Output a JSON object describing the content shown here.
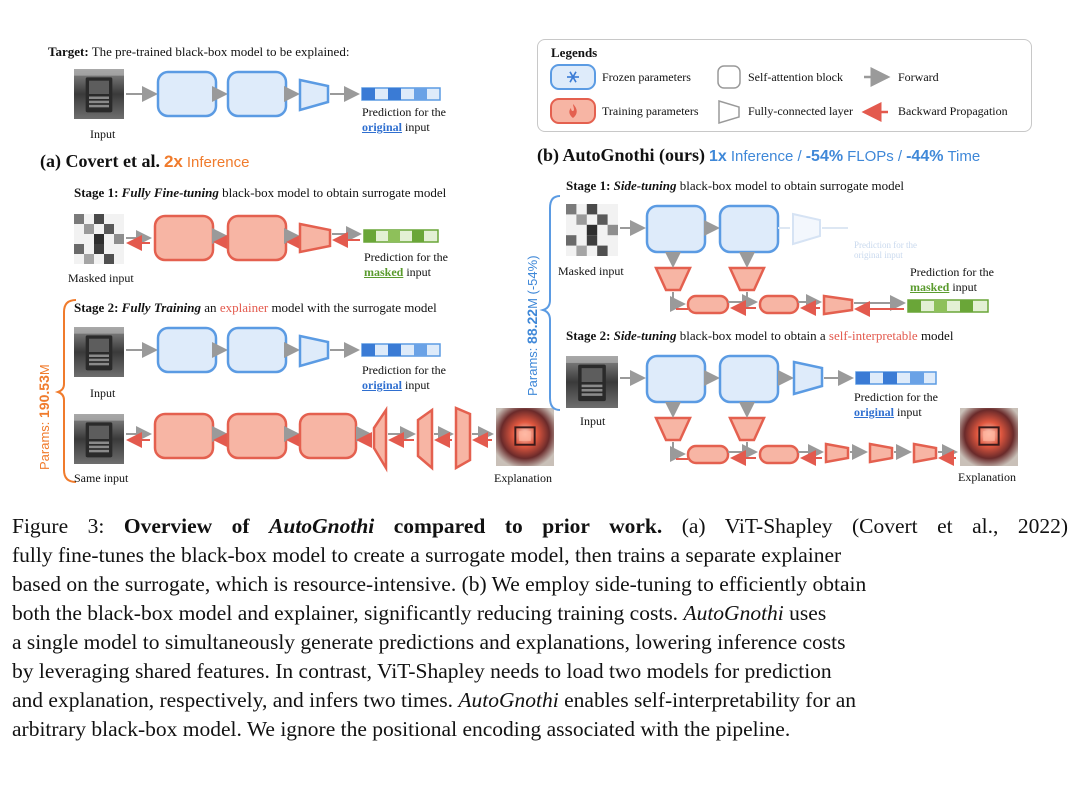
{
  "target_label": "Target:",
  "target_text": "The pre-trained black-box model to be explained:",
  "input": "Input",
  "prediction_for_the": "Prediction for the",
  "original": "original",
  "masked": "masked",
  "input_word": "input",
  "legends": {
    "title": "Legends",
    "frozen": "Frozen parameters",
    "training": "Training parameters",
    "self_attention": "Self-attention block",
    "fully_connected": "Fully-connected layer",
    "forward": "Forward",
    "backward": "Backward Propagation"
  },
  "panel_a": {
    "title": "(a) Covert et al.",
    "badge_num": "2x",
    "badge_text": "Inference",
    "stage1_label": "Stage 1:",
    "stage1_em": "Fully Fine-tuning",
    "stage1_rest": "black-box model to obtain surrogate model",
    "masked_input": "Masked input",
    "stage2_label": "Stage 2:",
    "stage2_em": "Fully Training",
    "stage2_an": "an",
    "stage2_red": "explainer",
    "stage2_rest": "model with the surrogate model",
    "params_prefix": "Params:",
    "params_value": "190.53",
    "params_unit": "M",
    "same_input": "Same input",
    "explanation": "Explanation"
  },
  "panel_b": {
    "title": "(b) AutoGnothi (ours)",
    "stats": {
      "a1": "1x",
      "a2": "Inference /",
      "b1": "-54%",
      "b2": "FLOPs /",
      "c1": "-44%",
      "c2": "Time"
    },
    "stage1_label": "Stage 1:",
    "stage1_em": "Side-tuning",
    "stage1_rest": "black-box model to obtain surrogate model",
    "ghost_pred_1": "Prediction for the",
    "ghost_pred_2": "original input",
    "masked_input": "Masked input",
    "stage2_label": "Stage 2:",
    "stage2_em": "Side-tuning",
    "stage2_mid": "black-box model to obtain a",
    "stage2_red": "self-interpretable",
    "stage2_rest": "model",
    "params_prefix": "Params:",
    "params_value": "88.22",
    "params_unit": "M (-54%)",
    "input": "Input",
    "explanation": "Explanation"
  },
  "caption": {
    "fig": "Figure 3:",
    "bold1": "Overview of",
    "bold_it": "AutoGnothi",
    "bold2": "compared to prior work.",
    "l1_rest": "(a) ViT-Shapley (Covert et al., 2022)",
    "l2": "fully fine-tunes the black-box model to create a surrogate model, then trains a separate explainer",
    "l3": "based on the surrogate, which is resource-intensive. (b) We employ side-tuning to efficiently obtain",
    "l4a": "both the black-box model and explainer, significantly reducing training costs.",
    "l4b": "AutoGnothi",
    "l4c": "uses",
    "l5": "a single model to simultaneously generate predictions and explanations, lowering inference costs",
    "l6": "by leveraging shared features.  In contrast, ViT-Shapley needs to load two models for prediction",
    "l7a": "and explanation, respectively, and infers two times.",
    "l7b": "AutoGnothi",
    "l7c": "enables self-interpretability for an",
    "l8": "arbitrary black-box model. We ignore the positional encoding associated with the pipeline."
  },
  "colors": {
    "frozen_fill": "#deebfa",
    "frozen_stroke": "#5b9be3",
    "train_fill": "#f7b5a4",
    "train_stroke": "#e4604f",
    "forward_arrow": "#9a9a9a",
    "backward_arrow": "#e35a4e",
    "orange": "#f07b2c",
    "blue_text": "#3f88d8"
  },
  "icons": [
    "snowflake-icon",
    "flame-icon",
    "forward-arrow-icon",
    "backward-arrow-icon",
    "input-image-icon",
    "masked-input-image-icon",
    "explanation-heatmap-icon"
  ]
}
